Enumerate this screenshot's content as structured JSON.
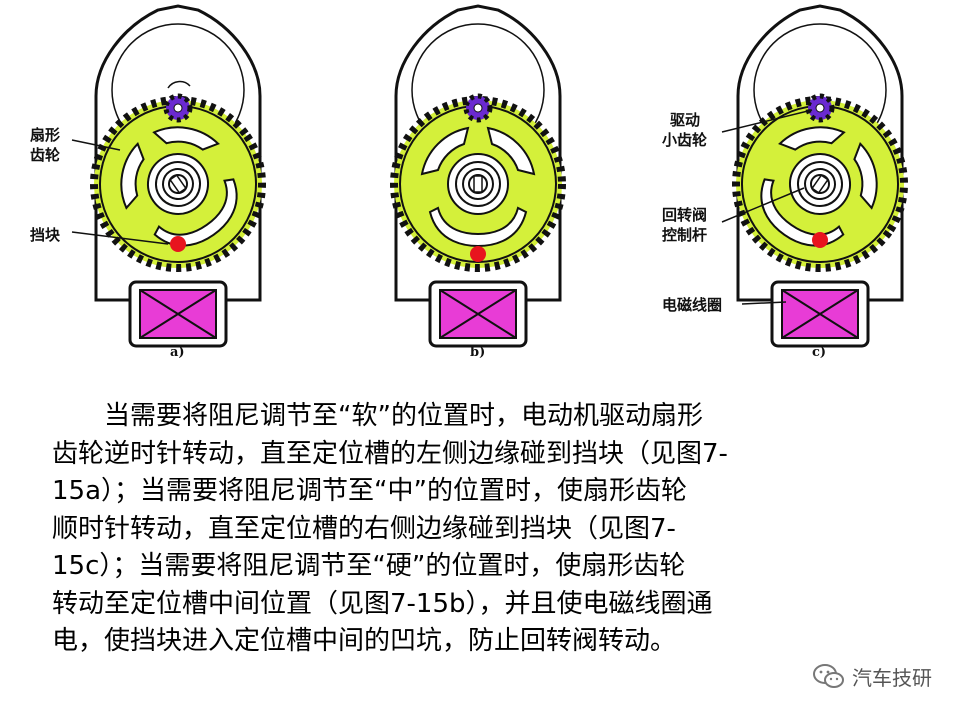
{
  "labels": {
    "sector_gear": [
      "扇形",
      "齿轮"
    ],
    "stop_block": "挡块",
    "drive_pinion": [
      "驱动",
      "小齿轮"
    ],
    "valve_lever": [
      "回转阀",
      "控制杆"
    ],
    "solenoid": "电磁线圈"
  },
  "captions": {
    "a": "a)",
    "b": "b)",
    "c": "c)"
  },
  "description": {
    "lines": [
      "当需要将阻尼调节至“软”的位置时，电动机驱动扇形",
      "齿轮逆时针转动，直至定位槽的左侧边缘碰到挡块（见图7-",
      "15a）；当需要将阻尼调节至“中”的位置时，使扇形齿轮",
      "顺时针转动，直至定位槽的右侧边缘碰到挡块（见图7-",
      "15c）；当需要将阻尼调节至“硬”的位置时，使扇形齿轮",
      "转动至定位槽中间位置（见图7-15b），并且使电磁线圈通",
      "电，使挡块进入定位槽中间的凹坑，防止回转阀转动。"
    ]
  },
  "watermark": {
    "text": "汽车技研",
    "icon": "wechat-icon"
  },
  "colors": {
    "gear": "#d4f03a",
    "pinion": "#6a2ad0",
    "stop_block": "#e8141e",
    "solenoid": "#e83cd6"
  }
}
